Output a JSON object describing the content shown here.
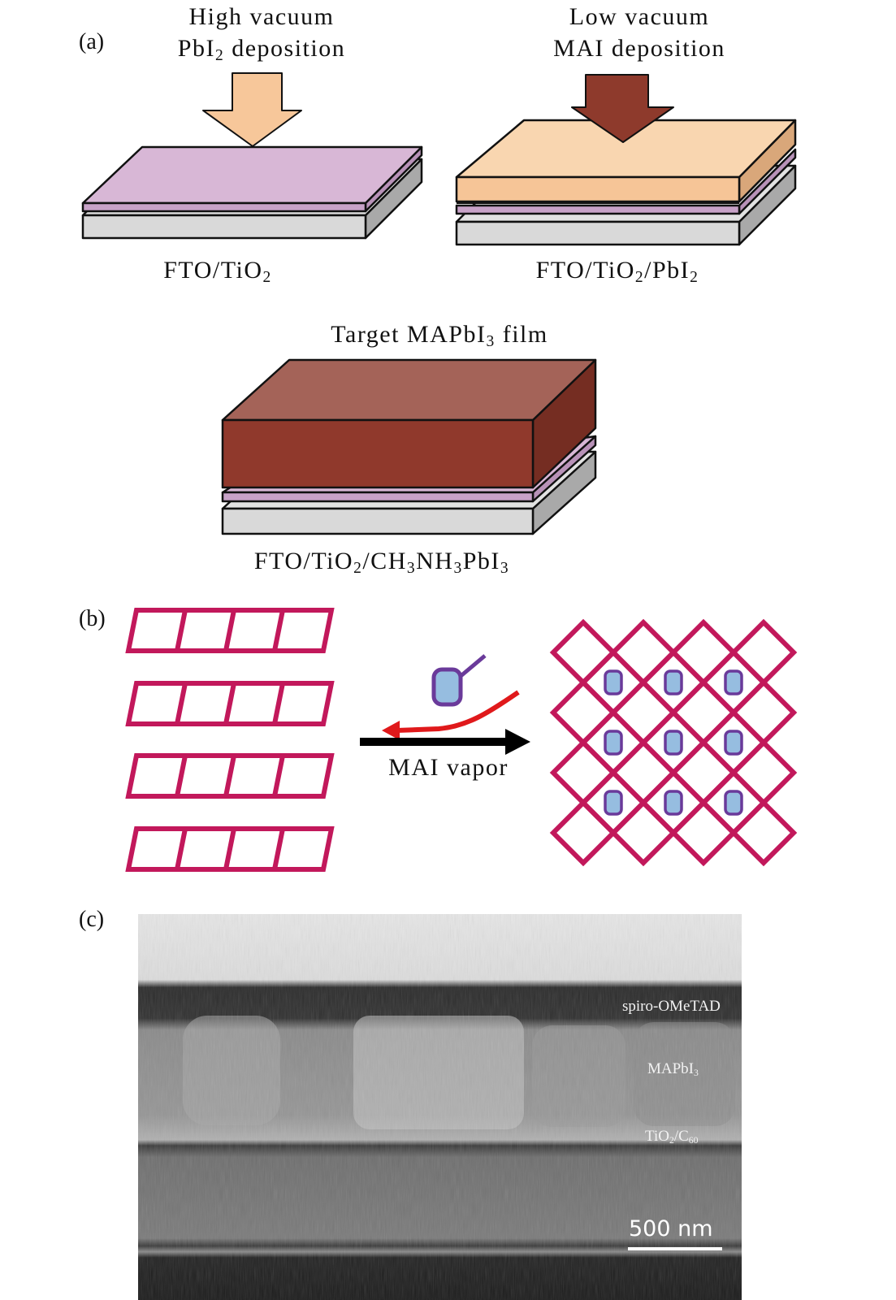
{
  "colors": {
    "pbi2_arrow": "#f7c79a",
    "mai_arrow": "#8e3a2c",
    "pbi2_layer_top": "#d8b7d6",
    "pbi2_layer_front": "#c8a2c8",
    "fto_front": "#d9d9d9",
    "fto_side": "#a9a9a9",
    "mai_layer_top": "#f9d6b0",
    "mai_layer_front": "#f6c597",
    "mai_layer_side": "#d9a77a",
    "perovskite_top": "#a46358",
    "perovskite_front": "#90392c",
    "perovskite_side": "#752d22",
    "framework": "#c2185b",
    "cation_fill": "#96bde0",
    "cation_stroke": "#6a3a9a",
    "red_arrow": "#e0191b",
    "black_arrow": "#000000"
  },
  "panel_a": {
    "label": "(a)",
    "step1": {
      "title_line1": "High vacuum",
      "title_line2_main": "PbI",
      "title_line2_sub": "2",
      "title_line2_rest": " deposition",
      "caption_main": "FTO/TiO",
      "caption_sub": "2"
    },
    "step2": {
      "title_line1": "Low vacuum",
      "title_line2": "MAI deposition",
      "caption_p1": "FTO/TiO",
      "caption_s1": "2",
      "caption_p2": "/PbI",
      "caption_s2": "2"
    },
    "step3": {
      "title_p1": "Target MAPbI",
      "title_s1": "3",
      "title_p2": " film",
      "caption_p1": "FTO/TiO",
      "caption_s1": "2",
      "caption_p2": "/CH",
      "caption_s2": "3",
      "caption_p3": "NH",
      "caption_s3": "3",
      "caption_p4": "PbI",
      "caption_s4": "3"
    }
  },
  "panel_b": {
    "label": "(b)",
    "arrow_label": "MAI vapor",
    "layered_rows": 4,
    "cells_per_row": 4,
    "lattice_cation_grid": "3x3"
  },
  "panel_c": {
    "label": "(c)",
    "layers": {
      "top": "spiro-OMeTAD",
      "middle_main": "MAPbI",
      "middle_sub": "3",
      "bottom_p1": "TiO",
      "bottom_s1": "2",
      "bottom_p2": "/C",
      "bottom_s2": "60"
    },
    "scale_bar": "500 nm"
  }
}
